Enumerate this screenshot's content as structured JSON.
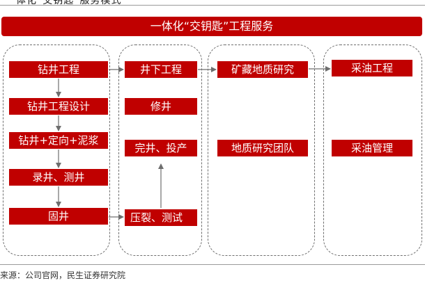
{
  "header": {
    "cut_title": "一体化“交钥匙”服务模式"
  },
  "banner": {
    "title": "一体化“交钥匙”工程服务"
  },
  "columns": [
    {
      "name": "drilling",
      "nodes": [
        {
          "label": "钻井工程"
        },
        {
          "label": "钻井工程设计"
        },
        {
          "label": "钻井+定向+泥浆"
        },
        {
          "label": "录井、测井"
        },
        {
          "label": "固井"
        }
      ]
    },
    {
      "name": "downhole",
      "nodes": [
        {
          "label": "井下工程"
        },
        {
          "label": "修井"
        },
        {
          "label": "完井、投产"
        },
        {
          "label": "压裂、测试"
        }
      ]
    },
    {
      "name": "geology",
      "nodes": [
        {
          "label": "矿藏地质研究"
        },
        {
          "label": "地质研究团队"
        }
      ]
    },
    {
      "name": "production",
      "nodes": [
        {
          "label": "采油工程"
        },
        {
          "label": "采油管理"
        }
      ]
    }
  ],
  "footer": {
    "source": "来源：公司官网，民生证券研究院"
  },
  "colors": {
    "accent": "#c00000",
    "border": "#6e6e6e",
    "arrow": "#6e6e6e"
  }
}
